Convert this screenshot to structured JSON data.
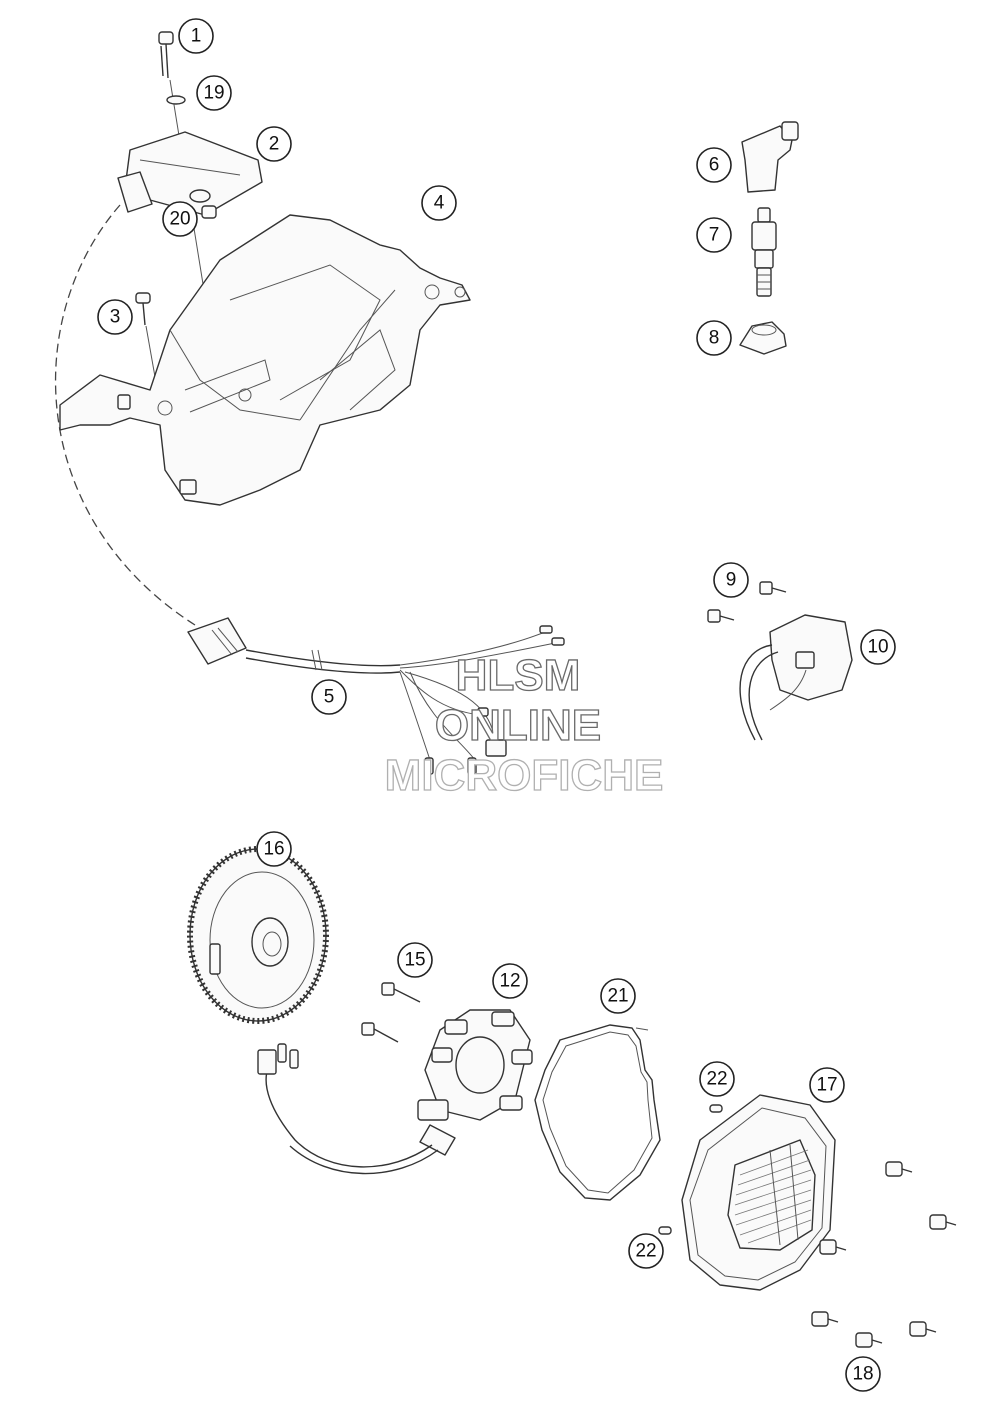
{
  "callouts": [
    {
      "label": "1"
    },
    {
      "label": "19"
    },
    {
      "label": "2"
    },
    {
      "label": "20"
    },
    {
      "label": "3"
    },
    {
      "label": "4"
    },
    {
      "label": "5"
    },
    {
      "label": "6"
    },
    {
      "label": "7"
    },
    {
      "label": "8"
    },
    {
      "label": "9"
    },
    {
      "label": "10"
    },
    {
      "label": "16"
    },
    {
      "label": "15"
    },
    {
      "label": "12"
    },
    {
      "label": "21"
    },
    {
      "label": "22"
    },
    {
      "label": "17"
    },
    {
      "label": "22"
    },
    {
      "label": "18"
    }
  ],
  "watermark": {
    "line1": "HLSM",
    "line2": "ONLINE",
    "line3": "MICROFICHE"
  }
}
